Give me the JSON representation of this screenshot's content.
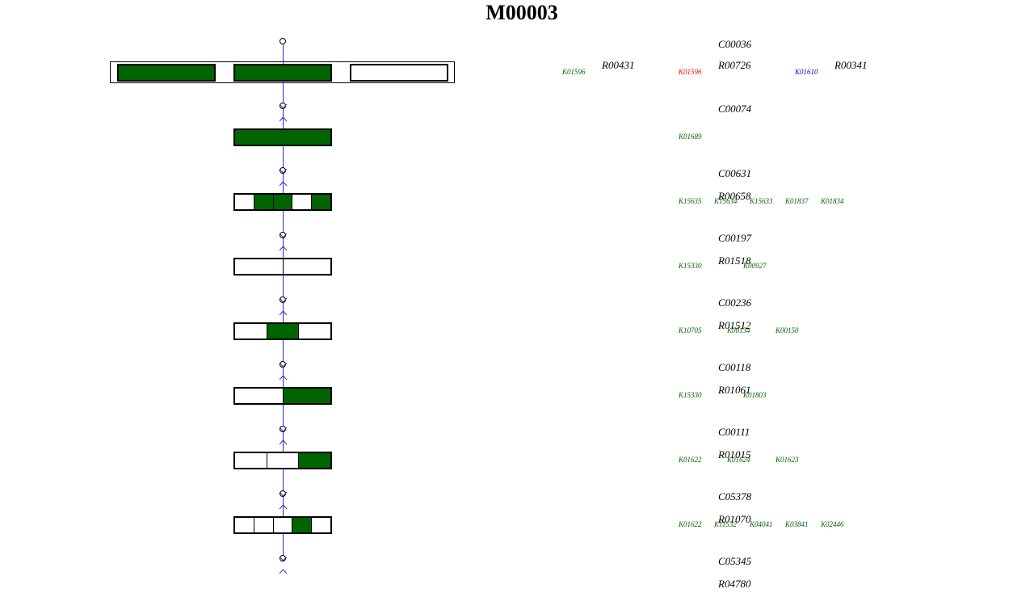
{
  "title": "M00003",
  "colors": {
    "present": "#006400",
    "absent": "#ffffff",
    "flow": "#2233cc",
    "ko_green": "#006400",
    "ko_red": "#ff0000",
    "ko_blue": "#0000cc"
  },
  "compounds": [
    "C00036",
    "C00074",
    "C00631",
    "C00197",
    "C00236",
    "C00118",
    "C00111",
    "C05378",
    "C05345"
  ],
  "steps": [
    {
      "reactions": [
        "R00431",
        "R00726",
        "R00341"
      ],
      "blocks": [
        [
          1
        ],
        [
          1
        ],
        [
          0
        ]
      ],
      "orthologs": [
        {
          "id": "K01596",
          "color": "#006400"
        },
        {
          "id": "K01596",
          "color": "#ff0000"
        },
        {
          "id": "K01610",
          "color": "#0000cc"
        }
      ]
    },
    {
      "reactions": [
        "R00658"
      ],
      "blocks": [
        [
          1
        ]
      ],
      "orthologs": [
        {
          "id": "K01689",
          "color": "#006400"
        }
      ]
    },
    {
      "reactions": [
        "R01518"
      ],
      "blocks": [
        [
          0,
          1,
          1,
          0,
          1
        ]
      ],
      "orthologs": [
        {
          "id": "K15635",
          "color": "#006400"
        },
        {
          "id": "K15634",
          "color": "#006400"
        },
        {
          "id": "K15633",
          "color": "#006400"
        },
        {
          "id": "K01837",
          "color": "#006400"
        },
        {
          "id": "K01834",
          "color": "#006400"
        }
      ]
    },
    {
      "reactions": [
        "R01512"
      ],
      "blocks": [
        [
          0,
          0
        ]
      ],
      "orthologs": [
        {
          "id": "K15330",
          "color": "#006400"
        },
        {
          "id": "K00927",
          "color": "#006400"
        }
      ]
    },
    {
      "reactions": [
        "R01061"
      ],
      "blocks": [
        [
          0,
          1,
          0
        ]
      ],
      "orthologs": [
        {
          "id": "K10705",
          "color": "#006400"
        },
        {
          "id": "K00134",
          "color": "#006400"
        },
        {
          "id": "K00150",
          "color": "#006400"
        }
      ]
    },
    {
      "reactions": [
        "R01015"
      ],
      "blocks": [
        [
          0,
          1
        ]
      ],
      "orthologs": [
        {
          "id": "K15330",
          "color": "#006400"
        },
        {
          "id": "K01803",
          "color": "#006400"
        }
      ]
    },
    {
      "reactions": [
        "R01070"
      ],
      "blocks": [
        [
          0,
          0,
          1
        ]
      ],
      "orthologs": [
        {
          "id": "K01622",
          "color": "#006400"
        },
        {
          "id": "K01624",
          "color": "#006400"
        },
        {
          "id": "K01623",
          "color": "#006400"
        }
      ]
    },
    {
      "reactions": [
        "R04780"
      ],
      "blocks": [
        [
          0,
          0,
          0,
          1,
          0
        ]
      ],
      "orthologs": [
        {
          "id": "K01622",
          "color": "#006400"
        },
        {
          "id": "K11532",
          "color": "#006400"
        },
        {
          "id": "K04041",
          "color": "#006400"
        },
        {
          "id": "K03841",
          "color": "#006400"
        },
        {
          "id": "K02446",
          "color": "#006400"
        }
      ]
    }
  ]
}
